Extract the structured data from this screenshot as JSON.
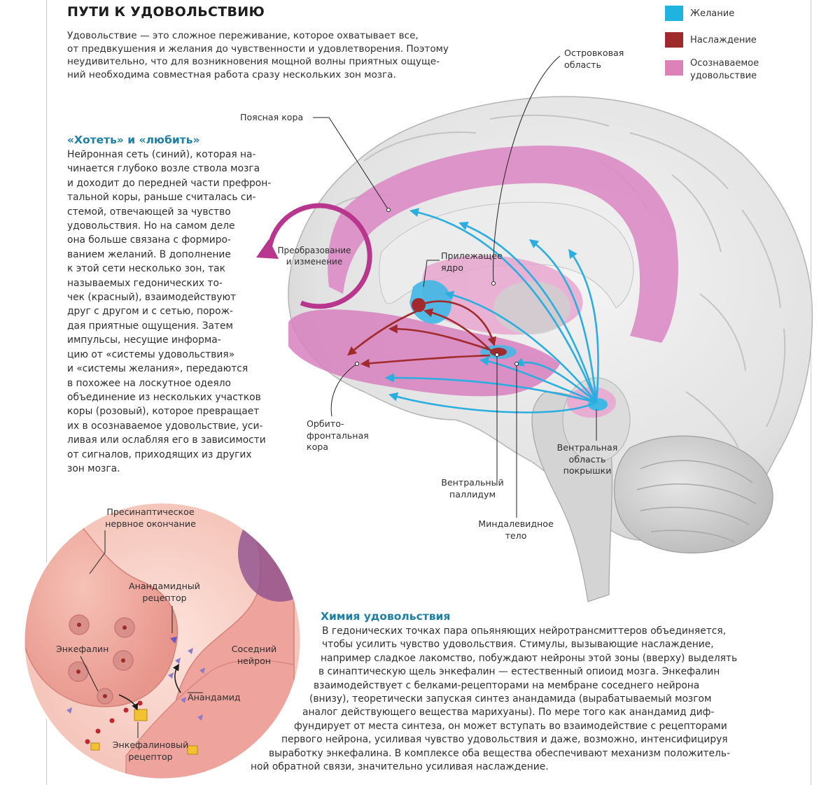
{
  "header": {
    "title": "ПУТИ К УДОВОЛЬСТВИЮ",
    "intro_lines": [
      "Удовольствие — это сложное переживание, которое охватывает все,",
      "от предвкушения и желания до чувственности и удовлетворения. Поэтому",
      "неудивительно, что для возникновения мощной волны приятных ощуще-",
      "ний необходима совместная работа сразу нескольких зон мозга."
    ]
  },
  "legend": [
    {
      "label": "Желание",
      "color": "#1fb3e0"
    },
    {
      "label": "Наслаждение",
      "color": "#9e2a2b"
    },
    {
      "label_lines": [
        "Осознаваемое",
        "удовольствие"
      ],
      "color": "#dd82b8"
    }
  ],
  "want_like": {
    "heading": "«Хотеть» и «любить»",
    "lines": [
      "Нейронная сеть (синий), которая на-",
      "чинается глубоко возле ствола мозга",
      "и доходит до передней части префрон-",
      "тальной коры, раньше считалась си-",
      "стемой, отвечающей за чувство",
      "удовольствия. Но на самом деле",
      "она больше связана с формиро-",
      "ванием желаний. В дополнение",
      "к этой сети несколько зон, так",
      "называемых гедонических то-",
      "чек (красный), взаимодействуют",
      "друг с другом и с сетью, порож-",
      "дая приятные ощущения. Затем",
      "импульсы, несущие информа-",
      "цию от «системы удовольствия»",
      "и «системы желания», передаются",
      "в похожее на лоскутное одеяло",
      "объединение из нескольких участков",
      "коры (розовый), которое превращает",
      "их в осознаваемое удовольствие, уси-",
      "ливая или ослабляя его в зависимости",
      "от сигналов, приходящих из других",
      "зон мозга."
    ]
  },
  "cycle": {
    "label_lines": [
      "Преобразование",
      "и изменение"
    ],
    "color": "#b8368d"
  },
  "brain_labels": {
    "insula": [
      "Островковая",
      "область"
    ],
    "cingulate": [
      "Поясная кора"
    ],
    "accumbens": [
      "Прилежащее",
      "ядро"
    ],
    "orbitofrontal": [
      "Орбито-",
      "фронтальная",
      "кора"
    ],
    "ventral_pallidum": [
      "Вентральный",
      "паллидум"
    ],
    "amygdala": [
      "Миндалевидное",
      "тело"
    ],
    "vta": [
      "Вентральная",
      "область",
      "покрышки"
    ]
  },
  "synapse_labels": {
    "presynaptic": [
      "Пресинаптическое",
      "нервное окончание"
    ],
    "anandamide_receptor": [
      "Анандамидный",
      "рецептор"
    ],
    "enkephalin": [
      "Энкефалин"
    ],
    "neighbor_neuron": [
      "Соседний",
      "нейрон"
    ],
    "anandamide": [
      "Анандамид"
    ],
    "enkephalin_receptor": [
      "Энкефалиновый",
      "рецептор"
    ]
  },
  "chemistry": {
    "heading": "Химия удовольствия",
    "lines": [
      "В гедонических точках пара опьяняющих нейротрансмиттеров объединяется,",
      "чтобы усилить чувство удовольствия. Стимулы, вызывающие наслаждение,",
      "например сладкое лакомство, побуждают нейроны этой зоны (вверху) выделять",
      "в синаптическую щель энкефалин — естественный опиоид мозга. Энкефалин",
      "взаимодействует с белками-рецепторами на мембране соседнего нейрона",
      "(внизу), теоретически запуская синтез анандамида (вырабатываемый мозгом",
      "аналог действующего вещества марихуаны). По мере того как анандамид диф-",
      "фундирует от места синтеза, он может вступать во взаимодействие с рецепторами",
      "первого нейрона, усиливая чувство удовольствия и даже, возможно, интенсифицируя",
      "выработку энкефалина. В комплексе оба вещества обеспечивают механизм положитель-",
      "ной обратной связи, значительно усиливая наслаждение."
    ]
  }
}
